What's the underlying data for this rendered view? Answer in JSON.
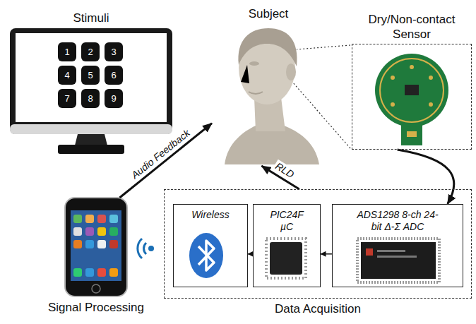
{
  "diagram": {
    "nodes": [
      {
        "text": [
          "Stimuli"
        ]
      },
      {
        "text": [
          "1"
        ],
        "in": 0
      },
      {
        "text": [
          "2"
        ],
        "in": 0
      },
      {
        "text": [
          "3"
        ],
        "in": 0
      },
      {
        "text": [
          "4"
        ],
        "in": 0
      },
      {
        "text": [
          "5"
        ],
        "in": 0
      },
      {
        "text": [
          "6"
        ],
        "in": 0
      },
      {
        "text": [
          "7"
        ],
        "in": 0
      },
      {
        "text": [
          "8"
        ],
        "in": 0
      },
      {
        "text": [
          "9"
        ],
        "in": 0
      },
      {
        "text": [
          "Subject"
        ]
      },
      {
        "text": [
          "Dry/Non-contact Sensor"
        ]
      },
      {
        "text": [
          "Signal Processing"
        ]
      },
      {
        "text": [
          "Data Acquisition"
        ]
      },
      {
        "text": [
          "Wireless"
        ],
        "in": 13
      },
      {
        "text": [
          "PIC24F µC"
        ],
        "in": 13
      },
      {
        "text": [
          "ADS1298 8-ch 24-bit Δ-Σ ADC"
        ],
        "in": 13
      }
    ],
    "edges": [
      {
        "from": 12,
        "to": 10,
        "label": "Audio Feedback",
        "arrow": "to"
      },
      {
        "from": 13,
        "to": 10,
        "label": "RLD",
        "arrow": "to"
      },
      {
        "from": 11,
        "to": 16,
        "arrow": "to"
      },
      {
        "from": 16,
        "to": 15,
        "arrow": "to"
      },
      {
        "from": 15,
        "to": 14,
        "arrow": "to"
      }
    ]
  }
}
